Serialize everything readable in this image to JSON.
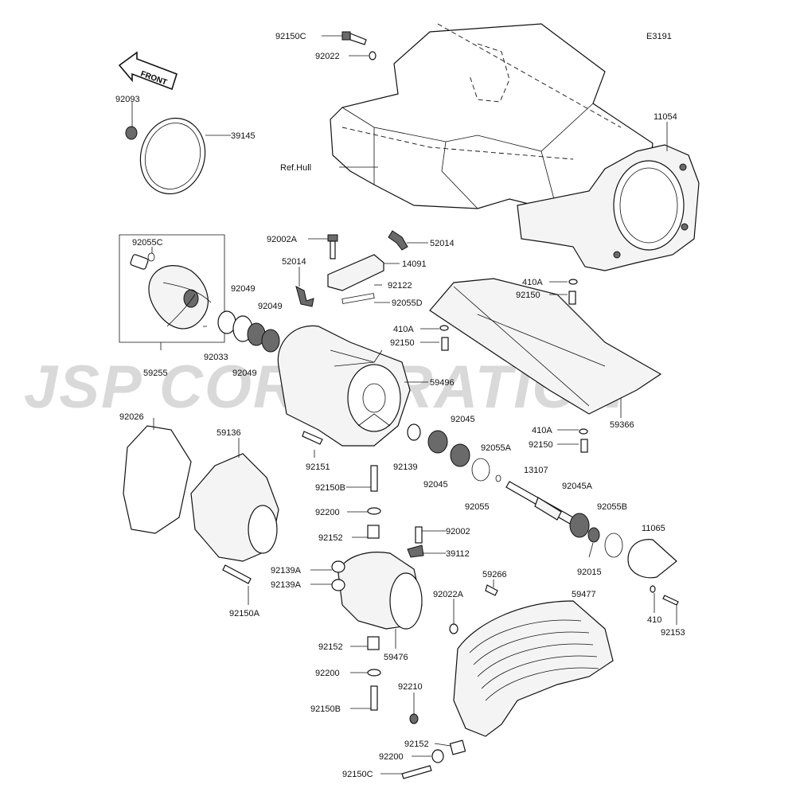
{
  "diagram_code": "E3191",
  "front_label": "FRONT",
  "watermark": "JSP CORPORATION",
  "ref_label": "Ref.Hull",
  "parts": {
    "p92150C_top": "92150C",
    "p92022_top": "92022",
    "p92093": "92093",
    "p39145": "39145",
    "p11054": "11054",
    "p92002A": "92002A",
    "p52014_r": "52014",
    "p52014_l": "52014",
    "p14091": "14091",
    "p92122": "92122",
    "p92055D": "92055D",
    "p92055C": "92055C",
    "p92049_a": "92049",
    "p92049_b": "92049",
    "p92049_c": "92049",
    "p92033": "92033",
    "p59255": "59255",
    "p410A_1": "410A",
    "p92150_1": "92150",
    "p410A_2": "410A",
    "p92150_2": "92150",
    "p59496": "59496",
    "p92026": "92026",
    "p59136": "59136",
    "p92045_top": "92045",
    "p92151": "92151",
    "p92139": "92139",
    "p92045_bot": "92045",
    "p59366": "59366",
    "p410A_3": "410A",
    "p92150_3": "92150",
    "p92055A": "92055A",
    "p13107": "13107",
    "p92045A": "92045A",
    "p92055B": "92055B",
    "p11065": "11065",
    "p92055": "92055",
    "p92150B_1": "92150B",
    "p92200_1": "92200",
    "p92152_1": "92152",
    "p92002": "92002",
    "p39112": "39112",
    "p92015": "92015",
    "p92139A_1": "92139A",
    "p92139A_2": "92139A",
    "p59266": "59266",
    "p59477": "59477",
    "p92022A": "92022A",
    "p92150A": "92150A",
    "p410": "410",
    "p92153": "92153",
    "p92152_2": "92152",
    "p59476": "59476",
    "p92200_2": "92200",
    "p92210": "92210",
    "p92150B_2": "92150B",
    "p92152_3": "92152",
    "p92200_3": "92200",
    "p92150C_bot": "92150C"
  }
}
